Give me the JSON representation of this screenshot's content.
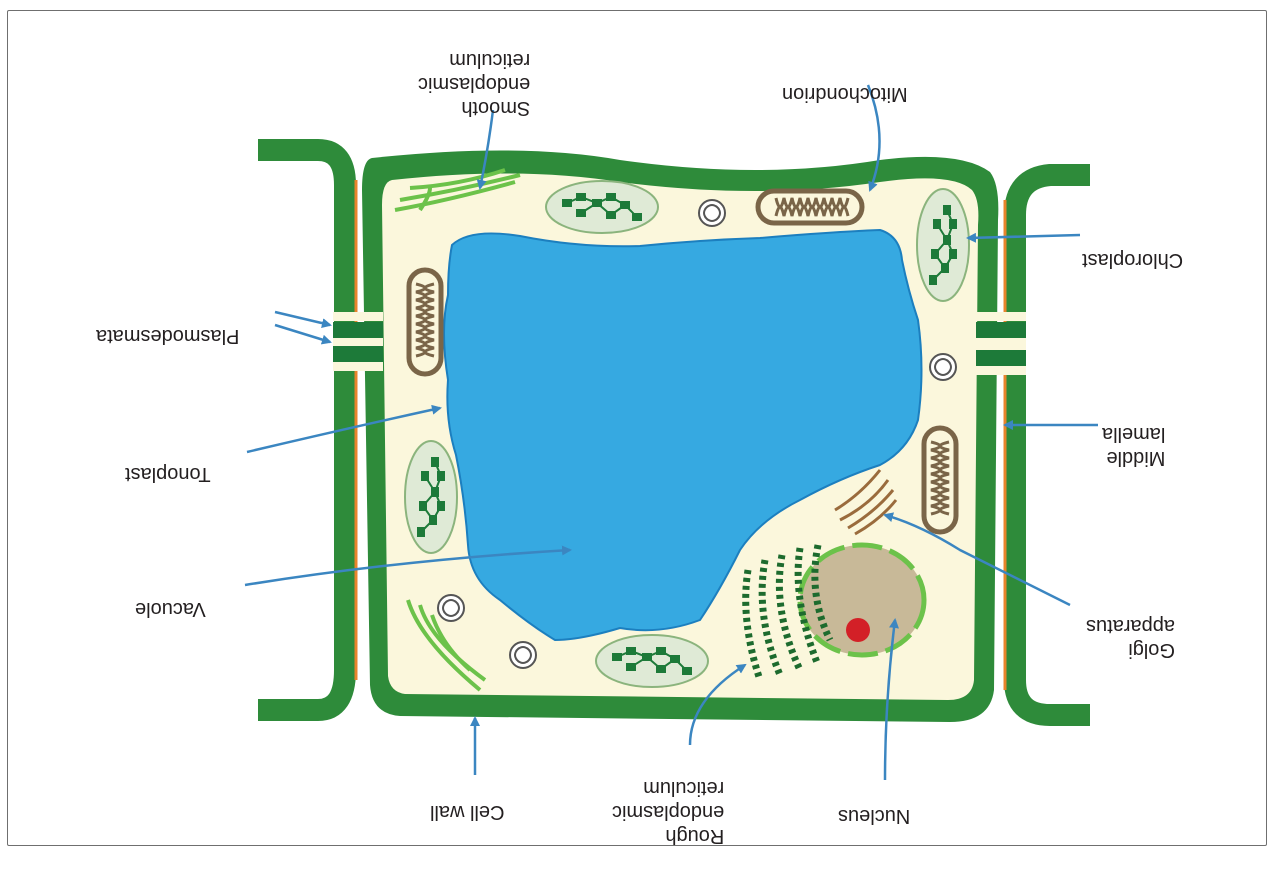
{
  "labels": {
    "smooth_er": [
      "Smooth",
      "endoplasmic",
      "reticulum"
    ],
    "mitochondrion": [
      "Mitochondrion"
    ],
    "chloroplast": [
      "Chloroplast"
    ],
    "plasmodesmata": [
      "Plasmodesmata"
    ],
    "middle_lamella": [
      "Middle",
      "lamella"
    ],
    "tonoplast": [
      "Tonoplast"
    ],
    "vacuole": [
      "Vacuole"
    ],
    "golgi": [
      "Golgi",
      "apparatus"
    ],
    "cell_wall": [
      "Cell wall"
    ],
    "rough_er": [
      "Rough",
      "endoplasmic",
      "reticulum"
    ],
    "nucleus": [
      "Nucleus"
    ]
  },
  "colors": {
    "cell_wall": "#2e8b3a",
    "cytoplasm": "#fbf7dc",
    "vacuole": "#36a9e1",
    "chloroplast_fill": "#dfead6",
    "thylakoid": "#1d7a39",
    "mitochondrion": "#7a6548",
    "nucleus": "#c8b998",
    "nucleolus": "#d32027",
    "golgi": "#9a6b3c",
    "middle_lamella": "#e8842c",
    "arrow": "#3b86c1",
    "smooth_er": "#6cc24a",
    "text": "#231f20"
  },
  "orientation": "rotated-180"
}
